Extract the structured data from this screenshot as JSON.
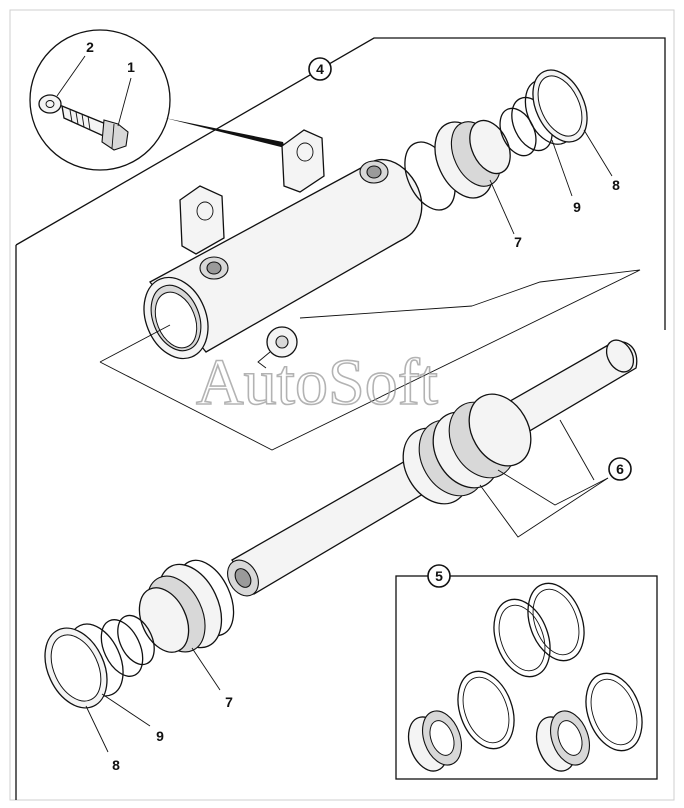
{
  "labels": {
    "bolt": "1",
    "washer": "2",
    "barrel": "4",
    "seal_kit": "5",
    "piston_rod": "6",
    "gland_seal_top": "7",
    "gland_seal_bottom": "7",
    "ring_top": "9",
    "ring_bottom": "9",
    "circlip_top": "8",
    "circlip_bottom": "8"
  },
  "watermark": "AutoSoft",
  "colors": {
    "line": "#111111",
    "background": "#ffffff",
    "watermark": "#9a9a9a"
  }
}
